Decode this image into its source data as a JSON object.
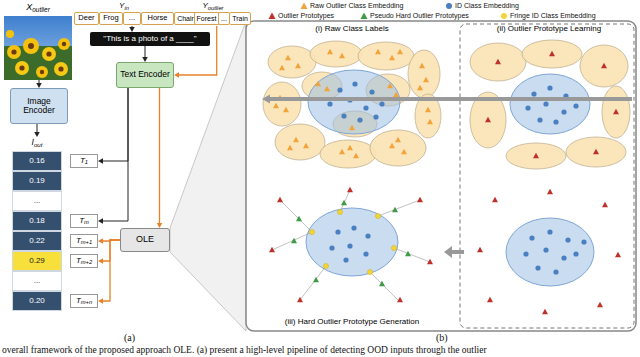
{
  "diagram": {
    "caption": "overall framework of the proposed approach OLE. (a) present a high-level pipeline of detecting OOD inputs through the outlier",
    "nodes": [
      {
        "text": [
          "Xoutlier"
        ]
      },
      {
        "text": [
          "Image Encoder"
        ]
      },
      {
        "text": [
          "Yin"
        ]
      },
      {
        "text": [
          "Deer"
        ],
        "in": 2
      },
      {
        "text": [
          "Frog"
        ],
        "in": 2
      },
      {
        "text": [
          "..."
        ],
        "in": 2
      },
      {
        "text": [
          "Horse"
        ],
        "in": 2
      },
      {
        "text": [
          "Youtlier"
        ]
      },
      {
        "text": [
          "Chair"
        ],
        "in": 7
      },
      {
        "text": [
          "Forest"
        ],
        "in": 7
      },
      {
        "text": [
          "..."
        ],
        "in": 7
      },
      {
        "text": [
          "Train"
        ],
        "in": 7
      },
      {
        "text": [
          "\"This is a photo of a ____\""
        ]
      },
      {
        "text": [
          "Text Encoder"
        ]
      },
      {
        "text": [
          "OLE"
        ]
      },
      {
        "text": [
          "Iout"
        ]
      },
      {
        "text": [
          "0.16"
        ],
        "in": 15
      },
      {
        "text": [
          "0.19"
        ],
        "in": 15
      },
      {
        "text": [
          "..."
        ],
        "in": 15
      },
      {
        "text": [
          "0.18"
        ],
        "in": 15
      },
      {
        "text": [
          "0.22"
        ],
        "in": 15
      },
      {
        "text": [
          "0.29"
        ],
        "in": 15
      },
      {
        "text": [
          "..."
        ],
        "in": 15
      },
      {
        "text": [
          "0.20"
        ],
        "in": 15
      },
      {
        "text": [
          "T1"
        ]
      },
      {
        "text": [
          "Tm"
        ]
      },
      {
        "text": [
          "Tm+1"
        ]
      },
      {
        "text": [
          "Tm+2"
        ]
      },
      {
        "text": [
          "Tm+n"
        ]
      },
      {
        "text": [
          "(i) Raw Class Labels"
        ]
      },
      {
        "text": [
          "(ii) Outlier Prototype Learning"
        ]
      },
      {
        "text": [
          "(iii) Hard Outlier Prototype Generation"
        ]
      }
    ],
    "edges": [
      {
        "from": 0,
        "to": 1,
        "arrow": "to"
      },
      {
        "from": 1,
        "to": 15,
        "arrow": "to"
      },
      {
        "from": 2,
        "to": 12,
        "arrow": "to"
      },
      {
        "from": 12,
        "to": 13,
        "arrow": "to"
      },
      {
        "from": 7,
        "to": 13,
        "arrow": "to"
      },
      {
        "from": 13,
        "to": 14,
        "arrow": "to"
      },
      {
        "from": 13,
        "to": 24,
        "arrow": "to"
      },
      {
        "from": 13,
        "to": 25,
        "arrow": "to"
      },
      {
        "from": 14,
        "to": 26,
        "arrow": "to"
      },
      {
        "from": 14,
        "to": 27,
        "arrow": "to"
      },
      {
        "from": 14,
        "to": 28,
        "arrow": "to"
      },
      {
        "from": 30,
        "to": 31,
        "arrow": "to"
      }
    ],
    "labels": [
      "(a)",
      "(b)"
    ],
    "legend": [
      {
        "text": "Raw Outlier Class Embedding"
      },
      {
        "text": "ID Class Embedding"
      },
      {
        "text": "Outlier Prototypes"
      },
      {
        "text": "Pseudo Hard Outlier Prototypes"
      },
      {
        "text": "Fringe ID Class Embedding"
      }
    ]
  }
}
